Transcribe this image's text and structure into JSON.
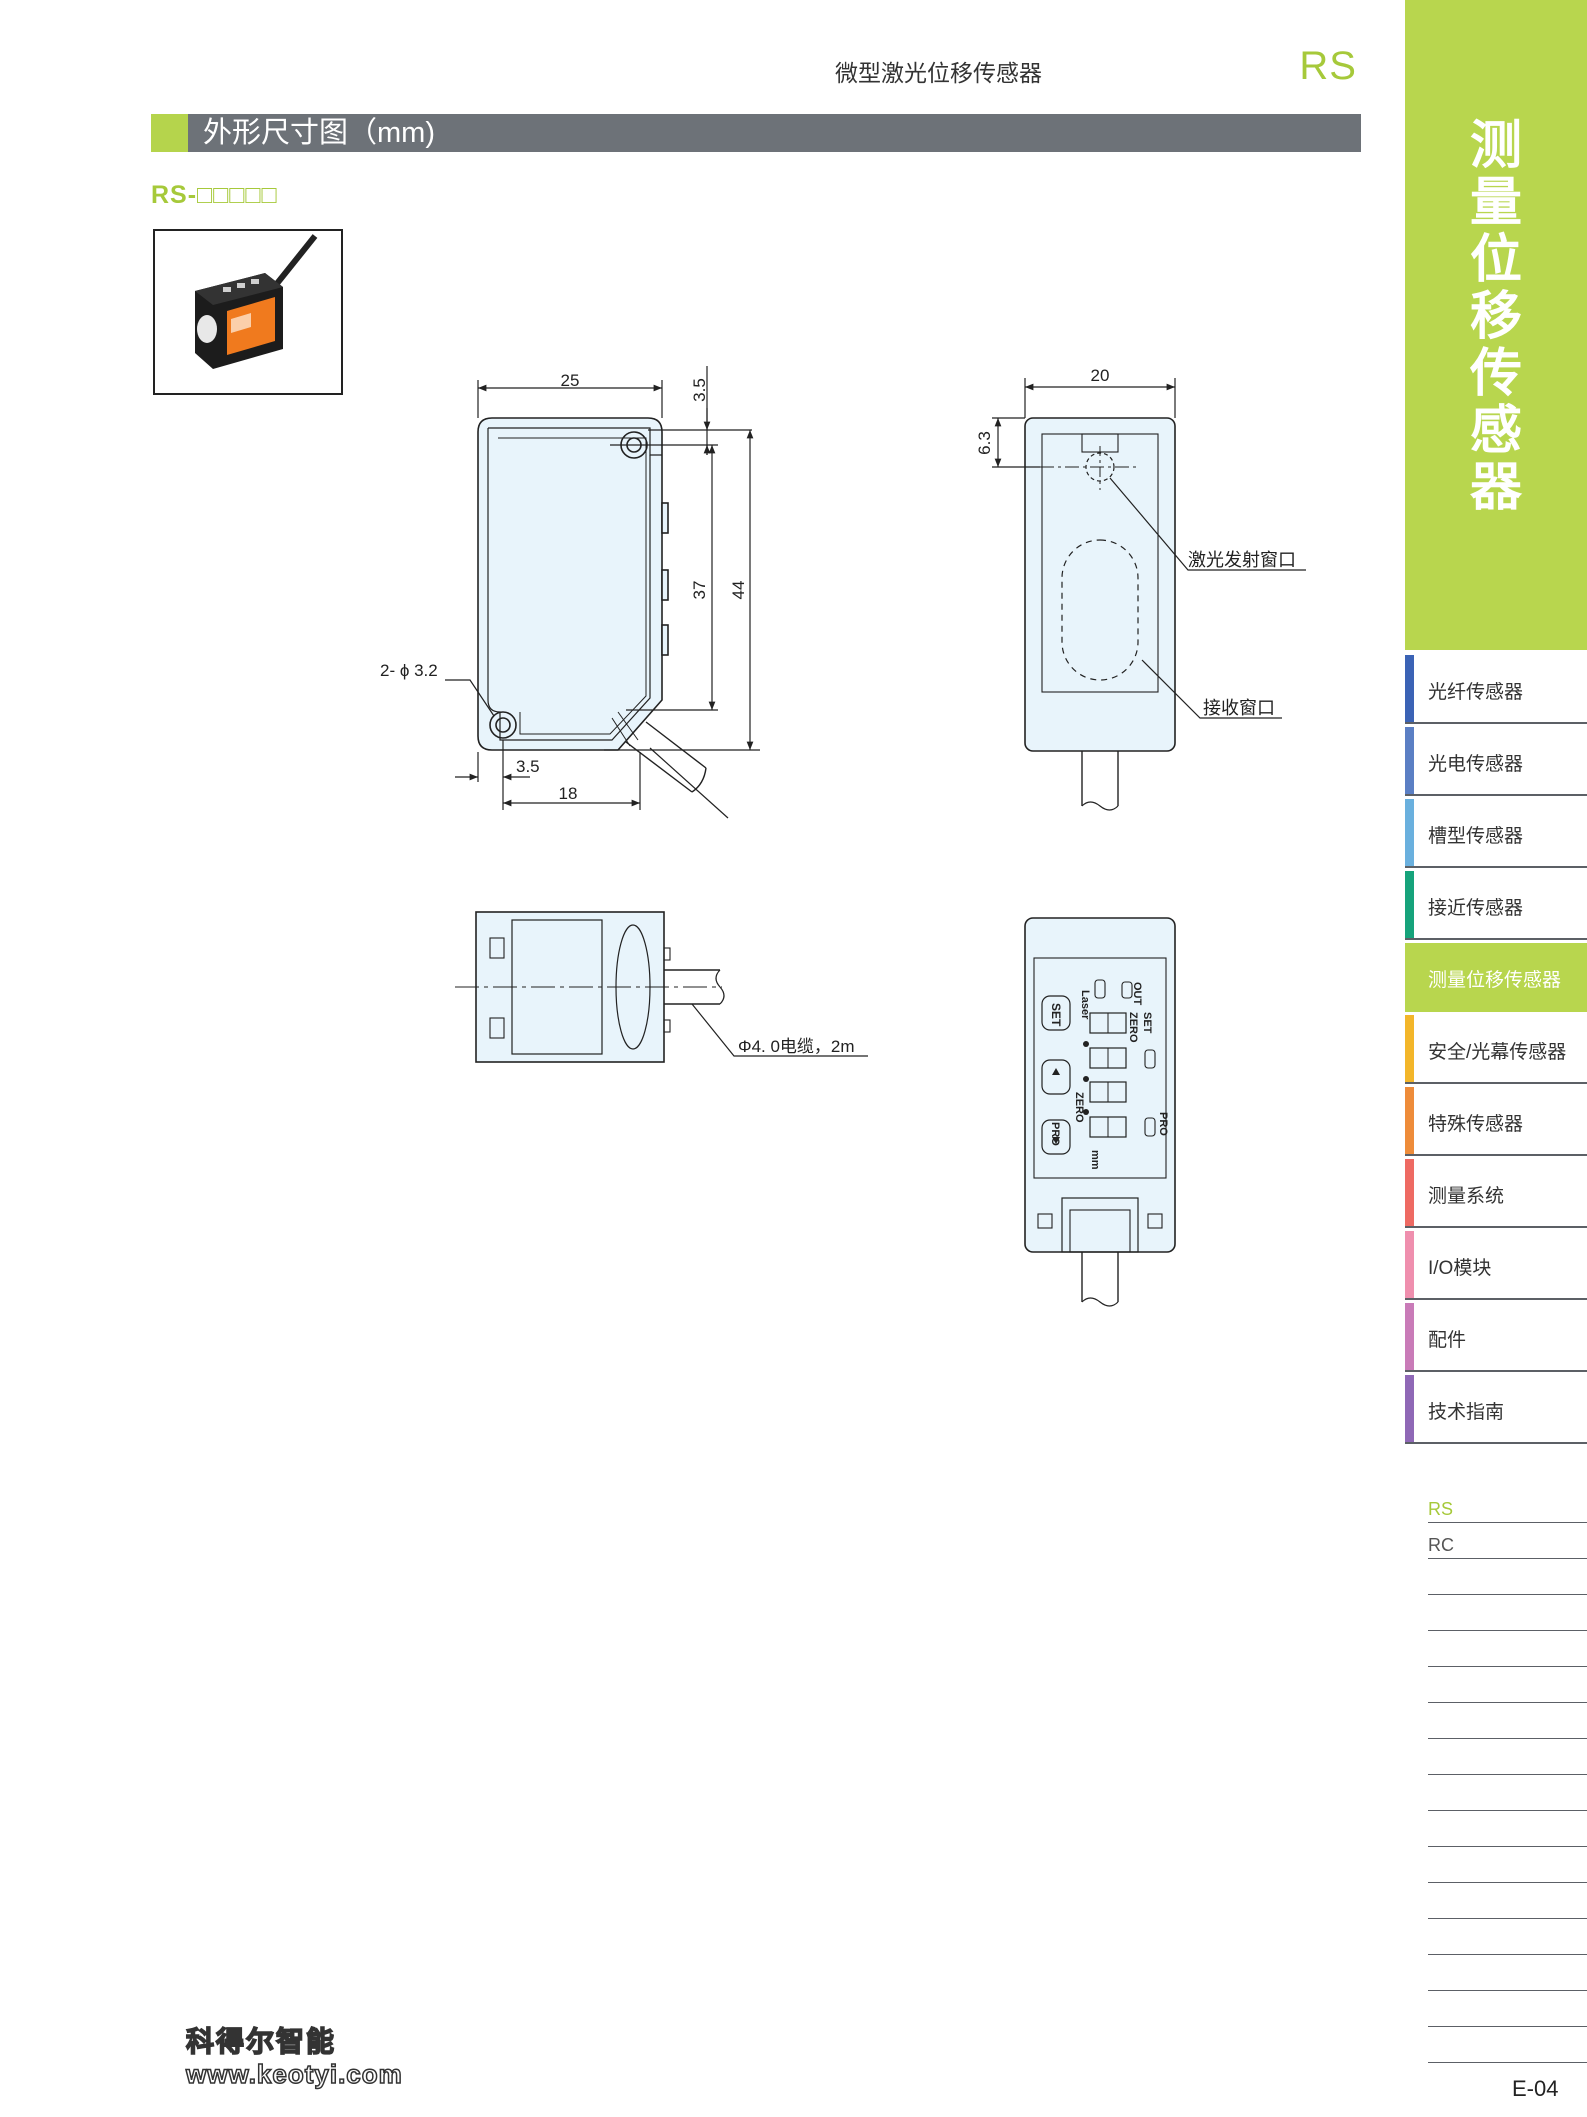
{
  "header": {
    "subtitle": "微型激光位移传感器",
    "code": "RS"
  },
  "section": {
    "title": "外形尺寸图（mm)"
  },
  "model": "RS-□□□□□",
  "drawing": {
    "front_view": {
      "dim_width": "25",
      "dim_top_offset": "3.5",
      "dim_inner_height": "37",
      "dim_height": "44",
      "hole_label": "2- ϕ 3.2",
      "dim_bottom_offset": "3.5",
      "dim_bottom_span": "18"
    },
    "side_view": {
      "dim_width": "20",
      "dim_window_offset": "6.3",
      "emit_label": "激光发射窗口",
      "receive_label": "接收窗口"
    },
    "top_view": {
      "cable_label": "Φ4. 0电缆，2m"
    },
    "panel_view": {
      "laser": "Laser",
      "out": "OUT",
      "set_btn": "SET",
      "set": "SET",
      "zero": "ZERO",
      "zero2": "ZERO",
      "pro": "PRO",
      "pro_btn": "PRO",
      "unit": "mm"
    }
  },
  "sidebar": {
    "title_chars": [
      "测",
      "量",
      "位",
      "移",
      "传",
      "感",
      "器"
    ],
    "nav": [
      {
        "label": "光纤传感器",
        "color": "#3b63b5"
      },
      {
        "label": "光电传感器",
        "color": "#5b7fc4"
      },
      {
        "label": "槽型传感器",
        "color": "#6ab0de"
      },
      {
        "label": "接近传感器",
        "color": "#16a37b"
      },
      {
        "label": "测量位移传感器",
        "color": "#b8d64e"
      },
      {
        "label": "安全/光幕传感器",
        "color": "#f3b62a"
      },
      {
        "label": "特殊传感器",
        "color": "#ee8c3a"
      },
      {
        "label": "测量系统",
        "color": "#ee6a63"
      },
      {
        "label": "I/O模块",
        "color": "#ef8fae"
      },
      {
        "label": "配件",
        "color": "#c97bb8"
      },
      {
        "label": "技术指南",
        "color": "#8f68b6"
      }
    ],
    "sub": [
      {
        "label": "RS",
        "color": "#a6c93a"
      },
      {
        "label": "RC",
        "color": "#555555"
      }
    ],
    "active_index": 4
  },
  "footer": {
    "watermark_line1": "科得尔智能",
    "watermark_line2": "www.keotyi.com",
    "page": "E-04"
  }
}
